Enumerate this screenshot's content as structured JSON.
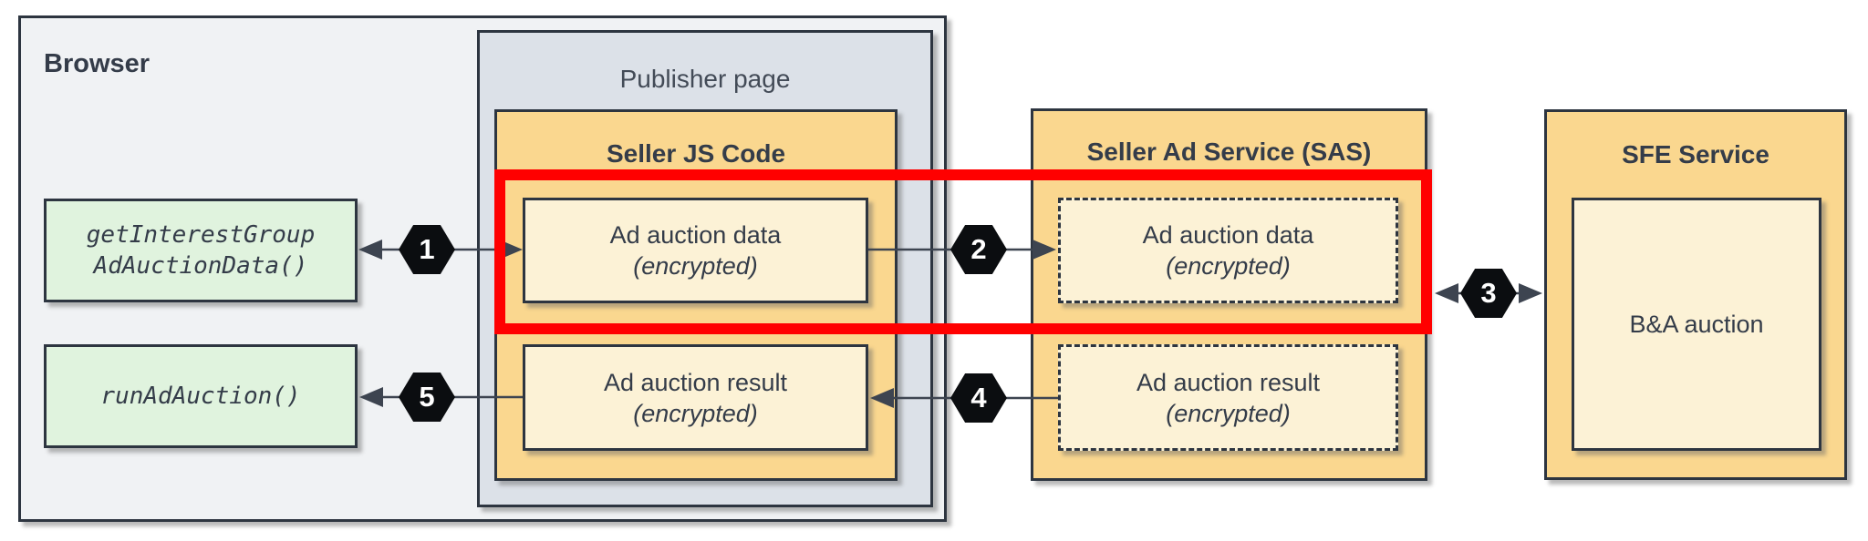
{
  "nodes": {
    "browser": {
      "title": "Browser"
    },
    "publisher_page": {
      "title": "Publisher page"
    },
    "seller_js": {
      "title": "Seller JS Code"
    },
    "sas": {
      "title": "Seller Ad Service (SAS)"
    },
    "sfe": {
      "title": "SFE Service"
    },
    "get_interest_group": {
      "label": "getInterestGroup\nAdAuctionData()"
    },
    "run_ad_auction": {
      "label": "runAdAuction()"
    },
    "sjs_data": {
      "title": "Ad auction data",
      "subtitle": "(encrypted)"
    },
    "sjs_result": {
      "title": "Ad auction result",
      "subtitle": "(encrypted)"
    },
    "sas_data": {
      "title": "Ad auction data",
      "subtitle": "(encrypted)"
    },
    "sas_result": {
      "title": "Ad auction result",
      "subtitle": "(encrypted)"
    },
    "ba_auction": {
      "label": "B&A auction"
    }
  },
  "steps": [
    "1",
    "2",
    "3",
    "4",
    "5"
  ],
  "colors": {
    "highlight_red": "#ff0000",
    "service_orange": "#fad78f",
    "inner_cream": "#fcf2d6",
    "api_green": "#e0f3de",
    "publisher_gray": "#dce1e8",
    "browser_gray": "#f0f2f4",
    "border_dark": "#2d3540",
    "badge_black": "#0b0d10",
    "badge_text": "#ffffff",
    "text_dark": "#343c49"
  }
}
